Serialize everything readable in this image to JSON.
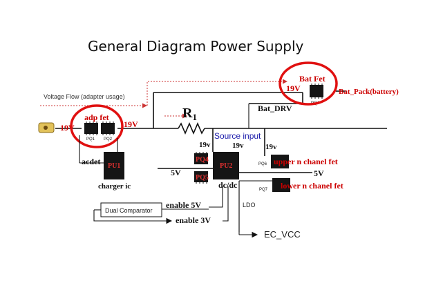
{
  "title": "General Diagram Power Supply",
  "flow_label": "Voltage Flow (adapter usage)",
  "colors": {
    "ring": "#e01010",
    "label_red": "#cc0000",
    "blue": "#1a1aaa",
    "chip": "#151515"
  },
  "adapter": {
    "voltage": "19V",
    "fet_label": "adp fet",
    "fet1": "PQ1",
    "fet2": "PQ2",
    "out_voltage": "19V",
    "icon": "dc-jack-icon"
  },
  "battery": {
    "fet_label": "Bat Fet",
    "voltage": "19V",
    "pack": "Bat_Pack(battery)",
    "drv": "Bat_DRV",
    "pq": "PQ4"
  },
  "resistor": {
    "label": "R",
    "sub": "1"
  },
  "charger": {
    "chip": "PU1",
    "acdet": "acdet",
    "label": "charger ic"
  },
  "dcdc": {
    "chip": "PU2",
    "source_input": "Source input",
    "v_left": "5V",
    "v_top_left": "19v",
    "v_top": "19v",
    "pq4": "PQ4",
    "pq5": "PQ5",
    "label": "dc/dc"
  },
  "fets": {
    "v_top": "19v",
    "upper_pq": "PQ6",
    "upper": "upper n chanel fet",
    "out_v": "5V",
    "lower_pq": "PQ7",
    "lower": "lower n chanel fet"
  },
  "comparator": {
    "label": "Dual Comparator",
    "en5": "enable 5V",
    "en3": "enable 3V"
  },
  "ldo": {
    "label": "LDO",
    "out": "EC_VCC"
  }
}
